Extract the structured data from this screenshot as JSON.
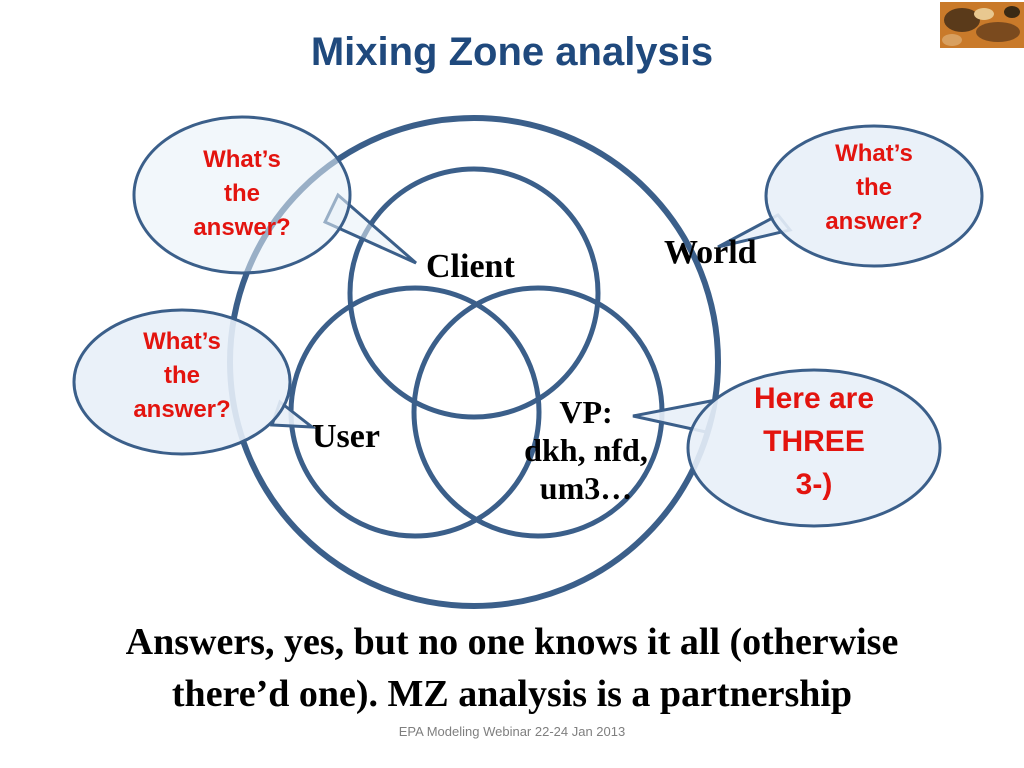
{
  "title": "Mixing Zone analysis",
  "diagram": {
    "labels": {
      "world": "World",
      "client": "Client",
      "user": "User",
      "vp_line1": "VP:",
      "vp_line2": "dkh, nfd,",
      "vp_line3": "um3…"
    }
  },
  "bubbles": {
    "top_left": {
      "line1": "What’s",
      "line2": "the",
      "line3": "answer?"
    },
    "top_right": {
      "line1": "What’s",
      "line2": "the",
      "line3": "answer?"
    },
    "mid_left": {
      "line1": "What’s",
      "line2": "the",
      "line3": "answer?"
    },
    "mid_right": {
      "line1": "Here are",
      "line2": "THREE",
      "line3": "3-)"
    }
  },
  "conclusion": {
    "line1": "Answers, yes, but no one knows it all (otherwise",
    "line2": "there’d one). MZ analysis is a partnership"
  },
  "footer": "EPA Modeling Webinar 22-24 Jan 2013",
  "colors": {
    "title": "#1f497d",
    "circle_stroke": "#3b5f8a",
    "bubble_fill": "#e8f0f8",
    "bubble_text": "#e3140f"
  }
}
